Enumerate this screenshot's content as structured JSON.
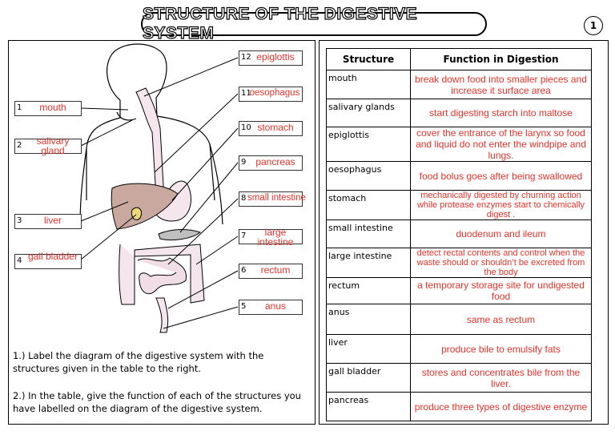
{
  "header": {
    "title": "STRUCTURE OF THE DIGESTIVE SYSTEM",
    "page_number": "1"
  },
  "labels": [
    {
      "num": "1",
      "text": "mouth"
    },
    {
      "num": "2",
      "text": "salivary gland"
    },
    {
      "num": "3",
      "text": "liver"
    },
    {
      "num": "4",
      "text": "gall bladder"
    },
    {
      "num": "5",
      "text": "anus"
    },
    {
      "num": "6",
      "text": "rectum"
    },
    {
      "num": "7",
      "text": "large intestine"
    },
    {
      "num": "8",
      "text": "small intestine"
    },
    {
      "num": "9",
      "text": "pancreas"
    },
    {
      "num": "10",
      "text": "stomach"
    },
    {
      "num": "11",
      "text": "oesophagus"
    },
    {
      "num": "12",
      "text": "epiglottis"
    }
  ],
  "instructions": {
    "q1": "1.) Label the diagram of the digestive system with the structures given in the table to the right.",
    "q2": "2.) In the table, give the function of each of the structures you have labelled on the diagram of the digestive system."
  },
  "table": {
    "headers": [
      "Structure",
      "Function in Digestion"
    ],
    "rows": [
      {
        "structure": "mouth",
        "function": "break down food into smaller pieces and increase it surface area"
      },
      {
        "structure": "salivary glands",
        "function": "start digesting starch into maltose"
      },
      {
        "structure": "epiglottis",
        "function": "cover the entrance of the larynx so food and liquid do not enter the windpipe and lungs."
      },
      {
        "structure": "oesophagus",
        "function": "food bolus goes after being swallowed"
      },
      {
        "structure": "stomach",
        "function": "mechanically digested by churning action while protease enzymes start to chemically digest ."
      },
      {
        "structure": "small intestine",
        "function": "duodenum and ileum"
      },
      {
        "structure": "large intestine",
        "function": "detect rectal contents and control when the waste should or shouldn’t be excreted from the body"
      },
      {
        "structure": "rectum",
        "function": "a temporary storage site for undigested food"
      },
      {
        "structure": "anus",
        "function": "same as rectum"
      },
      {
        "structure": "liver",
        "function": "produce bile to emulsify fats"
      },
      {
        "structure": "gall bladder",
        "function": "stores and concentrates bile from the liver."
      },
      {
        "structure": "pancreas",
        "function": "produce three types of digestive enzyme"
      }
    ]
  }
}
